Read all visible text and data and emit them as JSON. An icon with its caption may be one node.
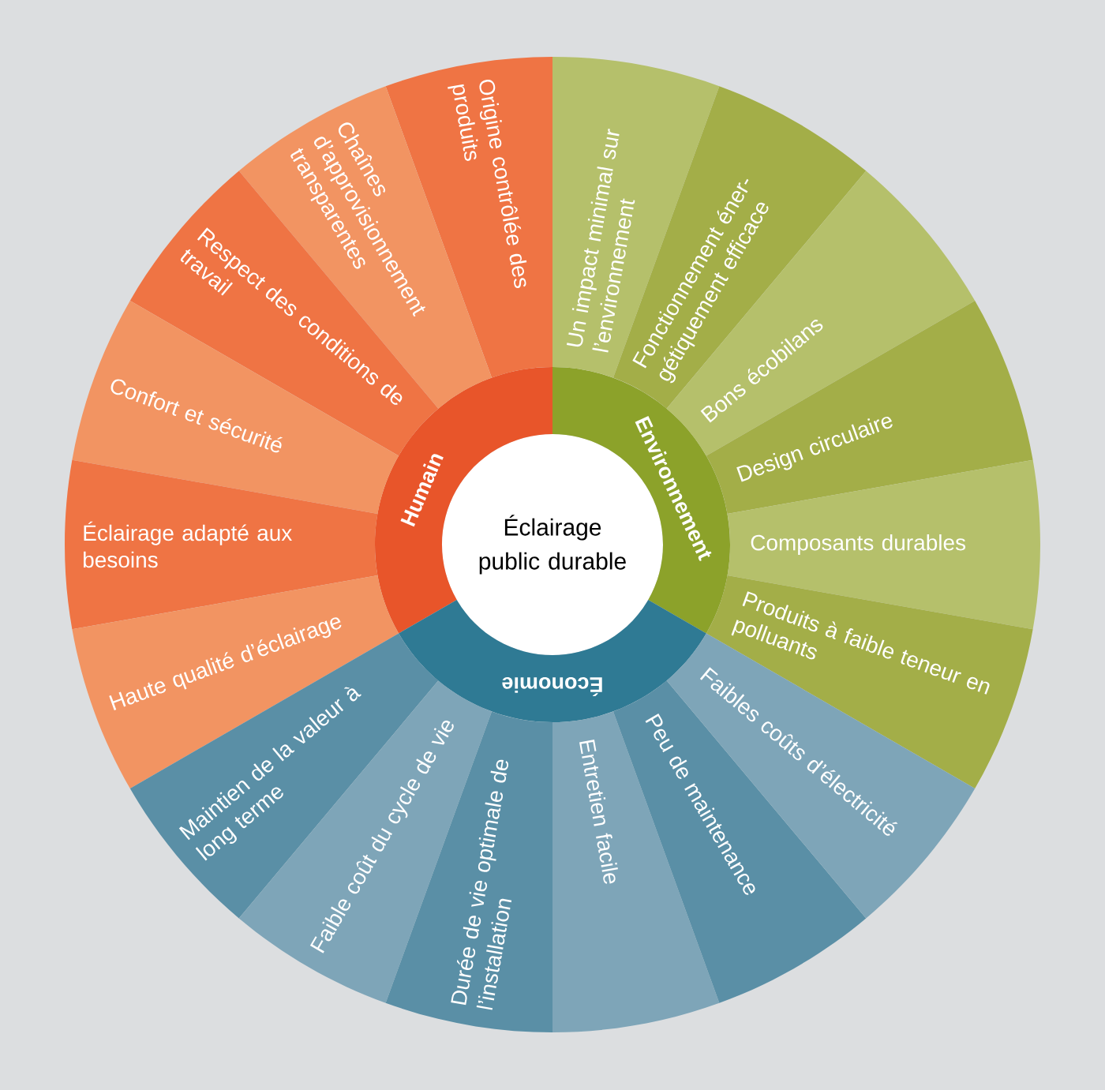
{
  "diagram": {
    "nodes": [
      {
        "text": [
          "Éclairage public durable"
        ]
      },
      {
        "text": [
          "Humain"
        ]
      },
      {
        "text": [
          "Environnement"
        ]
      },
      {
        "text": [
          "Économie"
        ]
      },
      {
        "text": [
          "Origine contrôlée des produits"
        ]
      },
      {
        "text": [
          "Chaînes d’approvisionnement transparentes"
        ]
      },
      {
        "text": [
          "Respect des conditions de travail"
        ]
      },
      {
        "text": [
          "Confort et sécurité"
        ]
      },
      {
        "text": [
          "Éclairage adapté aux besoins"
        ]
      },
      {
        "text": [
          "Haute qualité d’éclairage"
        ]
      },
      {
        "text": [
          "Un impact minimal sur l’environnement"
        ]
      },
      {
        "text": [
          "Fonctionnement éner- gétiquement efficace"
        ]
      },
      {
        "text": [
          "Bons écobilans"
        ]
      },
      {
        "text": [
          "Design circulaire"
        ]
      },
      {
        "text": [
          "Composants durables"
        ]
      },
      {
        "text": [
          "Produits à faible teneur en polluants"
        ]
      },
      {
        "text": [
          "Maintien de la valeur à long terme"
        ]
      },
      {
        "text": [
          "Faible coût du cycle de vie"
        ]
      },
      {
        "text": [
          "Durée de vie optimale de l’installation"
        ]
      },
      {
        "text": [
          "Entretien facile"
        ]
      },
      {
        "text": [
          "Peu de maintenance"
        ]
      },
      {
        "text": [
          "Faibles coûts d’électricité"
        ]
      }
    ],
    "edges": []
  }
}
